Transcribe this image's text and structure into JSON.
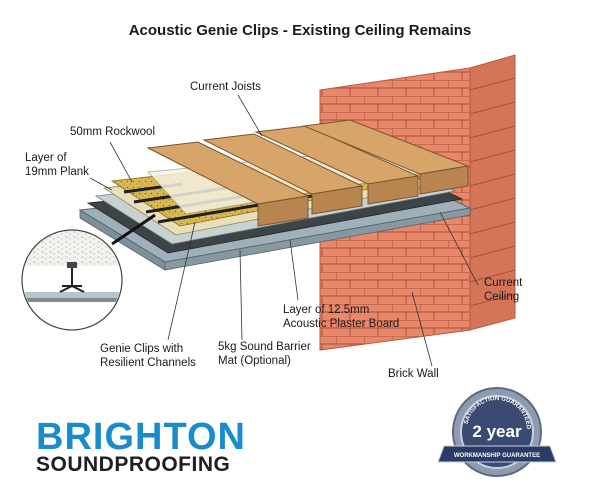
{
  "title": "Acoustic Genie Clips - Existing Ceiling Remains",
  "labels": {
    "current_joists": "Current Joists",
    "rockwool": "50mm Rockwool",
    "plank_line1": "Layer of",
    "plank_line2": "19mm Plank",
    "genie_line1": "Genie Clips with",
    "genie_line2": "Resilient Channels",
    "barrier_line1": "5kg Sound Barrier",
    "barrier_line2": "Mat (Optional)",
    "plaster_line1": "Layer of 12.5mm",
    "plaster_line2": "Acoustic Plaster Board",
    "ceiling_line1": "Current",
    "ceiling_line2": "Ceiling",
    "brick_wall": "Brick Wall"
  },
  "logo": {
    "line1": "BRIGHTON",
    "line2": "SOUNDPROOFING"
  },
  "badge": {
    "top_text": "SATISFACTION GUARANTEED",
    "center_text": "2 year",
    "ribbon_text": "WORKMANSHIP GUARANTEE"
  },
  "colors": {
    "brick": "#e8876a",
    "mortar": "#b45a44",
    "joist": "#d7a46a",
    "rockwool": "#d8b850",
    "plank": "#eadfb8",
    "board": "#9fb0b8",
    "brand_blue": "#1a8ccc"
  }
}
